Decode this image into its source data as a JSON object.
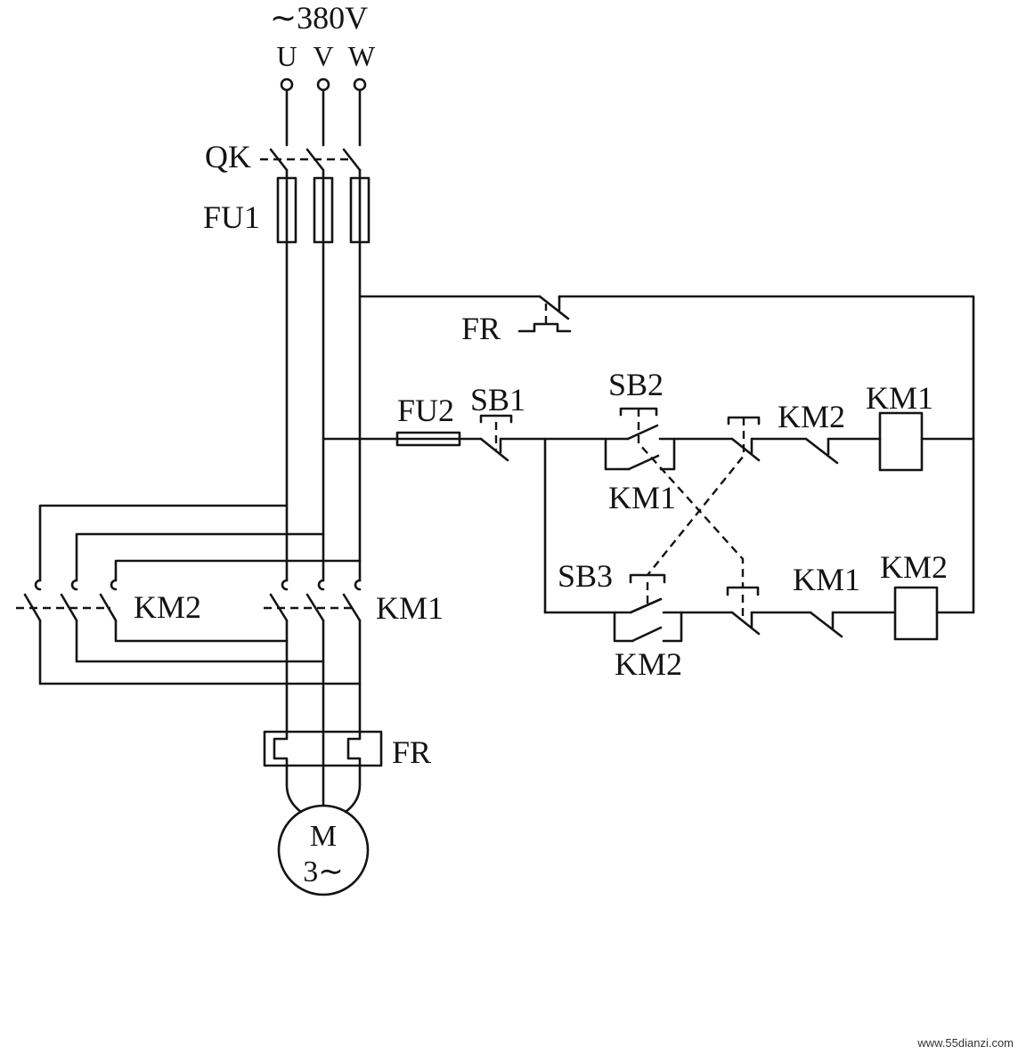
{
  "supply": {
    "voltage": "∼380V",
    "phases": [
      "U",
      "V",
      "W"
    ]
  },
  "power_circuit": {
    "switch": "QK",
    "main_fuse": "FU1",
    "contactor_km1": "KM1",
    "contactor_km2": "KM2",
    "thermal_relay": "FR",
    "motor": {
      "symbol": "M",
      "rating": "3∼"
    }
  },
  "control_circuit": {
    "thermal_contact": "FR",
    "fuse": "FU2",
    "stop_button": "SB1",
    "button_sb2": "SB2",
    "button_sb3": "SB3",
    "row_km1": {
      "interlock_contact": "KM2",
      "hold_contact": "KM1",
      "coil": "KM1"
    },
    "row_km2": {
      "interlock_contact": "KM1",
      "hold_contact": "KM2",
      "coil": "KM2"
    }
  },
  "watermark": "www.55dianzi.com"
}
